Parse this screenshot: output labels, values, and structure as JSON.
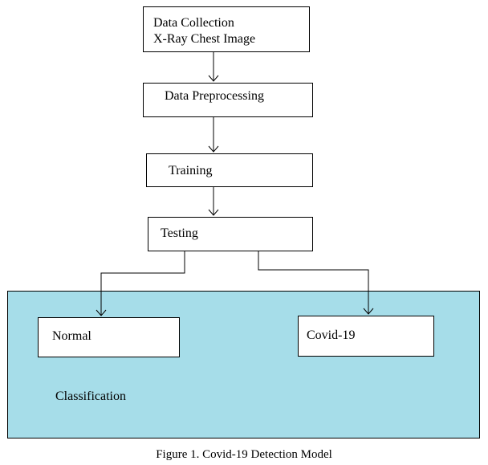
{
  "nodes": {
    "data_collection": {
      "line1": "Data Collection",
      "line2": "X-Ray Chest Image"
    },
    "data_preprocessing": "Data Preprocessing",
    "training": "Training",
    "testing": "Testing",
    "normal": "Normal",
    "covid": "Covid-19"
  },
  "classification_label": "Classification",
  "caption": "Figure 1. Covid-19 Detection Model",
  "colors": {
    "panel_fill": "#a6dde9",
    "border": "#000000",
    "box_fill": "#ffffff"
  }
}
